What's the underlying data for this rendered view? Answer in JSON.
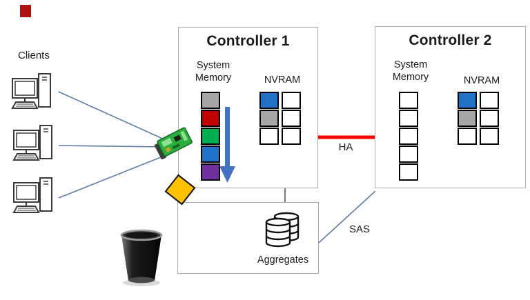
{
  "labels": {
    "clients": "Clients",
    "ha": "HA",
    "sas": "SAS"
  },
  "controller1": {
    "title": "Controller 1",
    "memory_label": "System Memory",
    "nvram_label": "NVRAM",
    "memory_blocks": [
      "#A6A6A6",
      "#C00000",
      "#00B050",
      "#1F72C5",
      "#7030A0"
    ],
    "nvram_columns": [
      [
        "#1F72C5",
        "#A6A6A6",
        "#FFFFFF"
      ],
      [
        "#FFFFFF",
        "#FFFFFF",
        "#FFFFFF"
      ]
    ]
  },
  "controller2": {
    "title": "Controller 2",
    "memory_label": "System Memory",
    "nvram_label": "NVRAM",
    "memory_blocks": [
      "#FFFFFF",
      "#FFFFFF",
      "#FFFFFF",
      "#FFFFFF",
      "#FFFFFF"
    ],
    "nvram_columns": [
      [
        "#1F72C5",
        "#A6A6A6",
        "#FFFFFF"
      ],
      [
        "#FFFFFF",
        "#FFFFFF",
        "#FFFFFF"
      ]
    ]
  },
  "aggregates": {
    "label": "Aggregates"
  },
  "colors": {
    "ha_line": "#FF0000",
    "connector": "#5F7CA6",
    "vertical_connector": "#595959",
    "arrow": "#4472C4",
    "diamond": "#FFC000",
    "red_block": "#B01212",
    "box_border": "#A9A9A9",
    "block_border": "#000000"
  }
}
